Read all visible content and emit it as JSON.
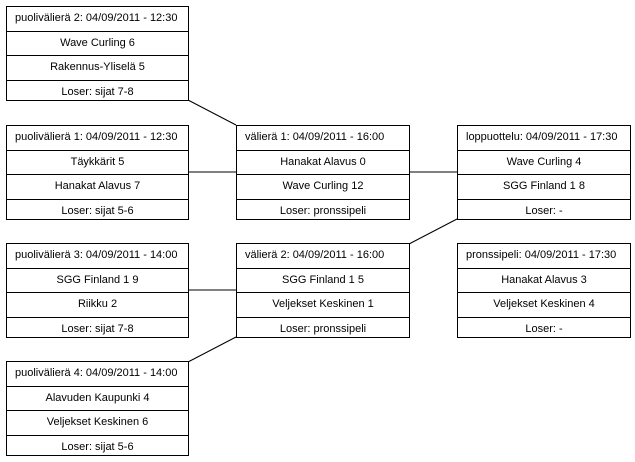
{
  "matches": {
    "qf2": {
      "header": "puolivälierä 2: 04/09/2011 - 12:30",
      "team1": "Wave Curling 6",
      "team2": "Rakennus-Yliselä 5",
      "loser": "Loser: sijat 7-8"
    },
    "qf1": {
      "header": "puolivälierä 1: 04/09/2011 - 12:30",
      "team1": "Täykkärit 5",
      "team2": "Hanakat Alavus 7",
      "loser": "Loser: sijat 5-6"
    },
    "qf3": {
      "header": "puolivälierä 3: 04/09/2011 - 14:00",
      "team1": "SGG Finland 1 9",
      "team2": "Riikku 2",
      "loser": "Loser: sijat 7-8"
    },
    "qf4": {
      "header": "puolivälierä 4: 04/09/2011 - 14:00",
      "team1": "Alavuden Kaupunki 4",
      "team2": "Veljekset Keskinen 6",
      "loser": "Loser: sijat 5-6"
    },
    "sf1": {
      "header": "välierä 1: 04/09/2011 - 16:00",
      "team1": "Hanakat Alavus 0",
      "team2": "Wave Curling 12",
      "loser": "Loser: pronssipeli"
    },
    "sf2": {
      "header": "välierä 2: 04/09/2011 - 16:00",
      "team1": "SGG Finland 1 5",
      "team2": "Veljekset Keskinen 1",
      "loser": "Loser: pronssipeli"
    },
    "final": {
      "header": "loppuottelu: 04/09/2011 - 17:30",
      "team1": "Wave Curling 4",
      "team2": "SGG Finland 1 8",
      "loser": "Loser: -"
    },
    "bronze": {
      "header": "pronssipeli: 04/09/2011 - 17:30",
      "team1": "Hanakat Alavus 3",
      "team2": "Veljekset Keskinen 4",
      "loser": "Loser: -"
    }
  }
}
